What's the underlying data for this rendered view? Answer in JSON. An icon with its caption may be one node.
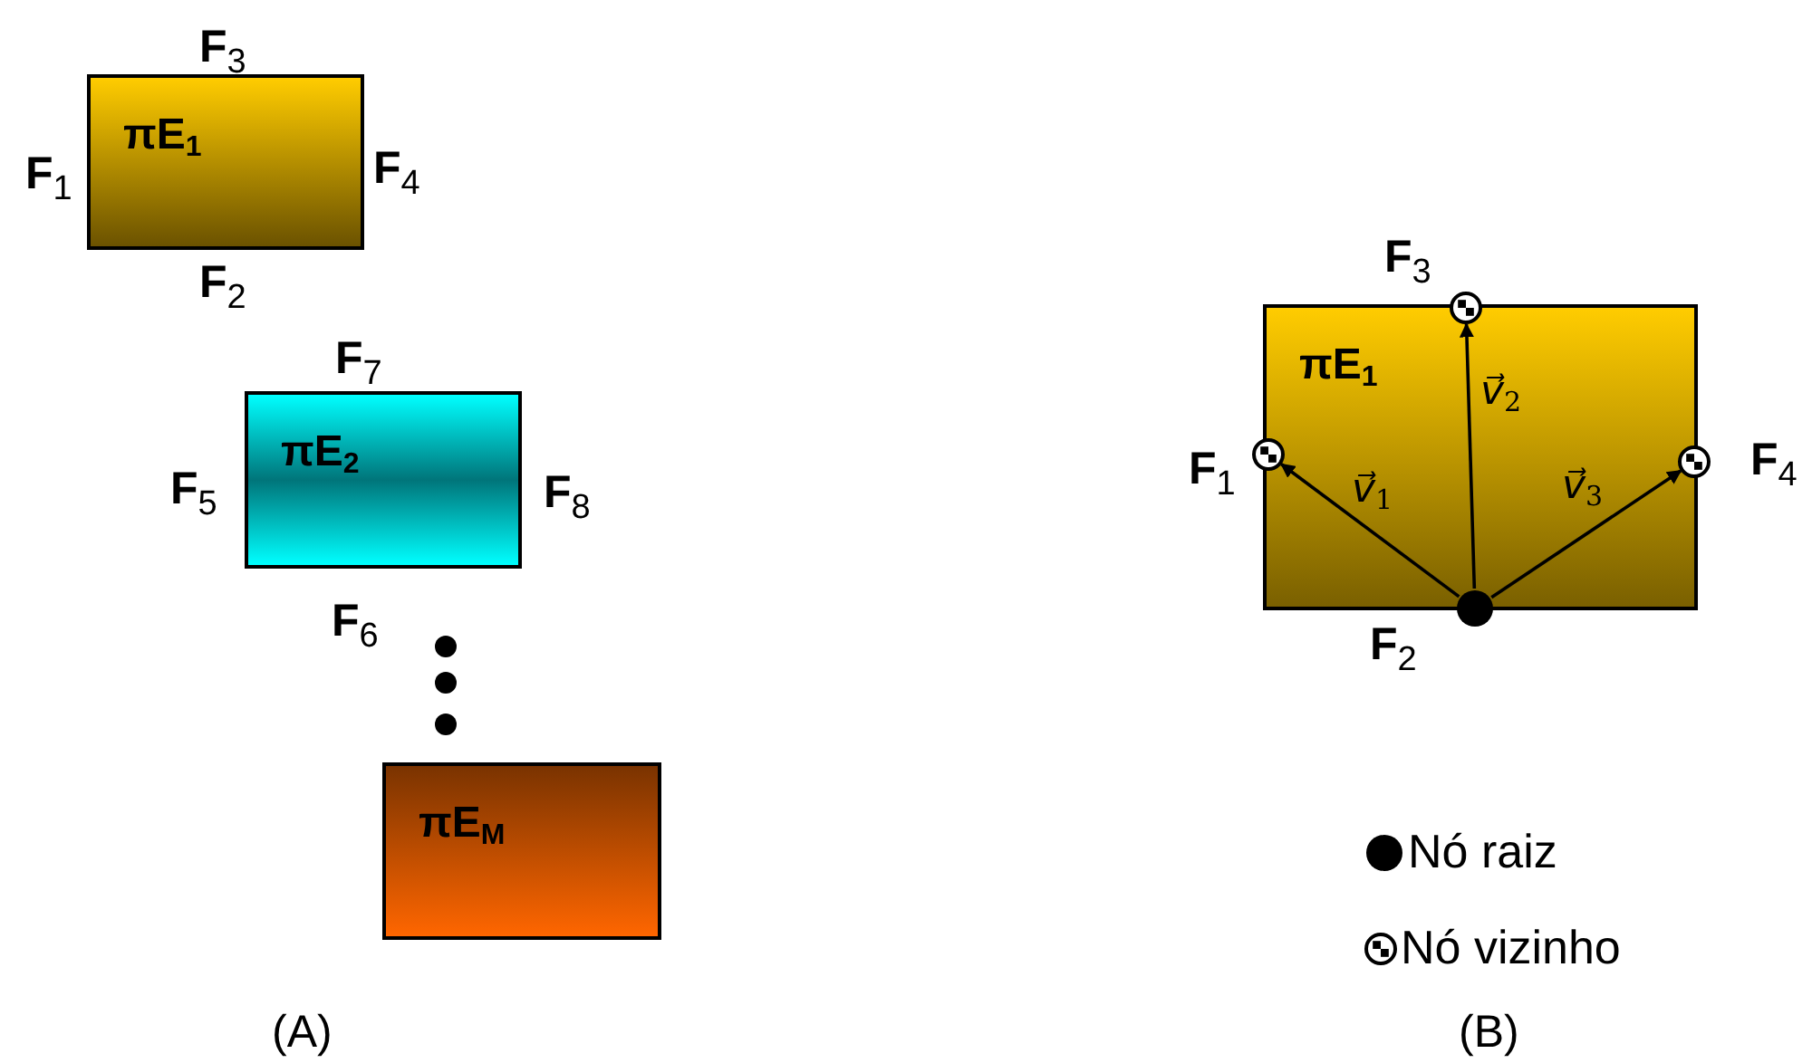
{
  "diagram": {
    "nodes": [
      {
        "text": [
          "πE$_{1}$"
        ],
        "beside": [
          "F$_{3}$",
          "F$_{1}$",
          "F$_{4}$",
          "F$_{2}$"
        ]
      },
      {
        "text": [
          "πE$_{2}$"
        ],
        "beside": [
          "F$_{7}$",
          "F$_{5}$",
          "F$_{8}$",
          "F$_{6}$"
        ]
      },
      {
        "text": [
          "πE$_{M}$"
        ]
      },
      {
        "text": [
          "πE$_{1}$"
        ]
      },
      {
        "text": [],
        "shape": "circle",
        "beside": [
          "F$_{3}$"
        ],
        "in": 3
      },
      {
        "text": [],
        "shape": "circle",
        "beside": [
          "F$_{1}$"
        ],
        "in": 3
      },
      {
        "text": [],
        "shape": "circle",
        "beside": [
          "F$_{4}$"
        ],
        "in": 3
      },
      {
        "text": [],
        "shape": "circle",
        "beside": [
          "F$_{2}$"
        ],
        "in": 3
      }
    ],
    "edges": [
      {
        "from": 7,
        "to": 5,
        "arrow": "to",
        "label": "v⃗$_{1}$"
      },
      {
        "from": 7,
        "to": 4,
        "arrow": "to",
        "label": "v⃗$_{2}$"
      },
      {
        "from": 7,
        "to": 6,
        "arrow": "to",
        "label": "v⃗$_{3}$"
      }
    ],
    "labels": [
      "(A)",
      "(B)"
    ],
    "legend": [
      {
        "text": "Nó raiz"
      },
      {
        "text": "Nó vizinho"
      }
    ]
  }
}
